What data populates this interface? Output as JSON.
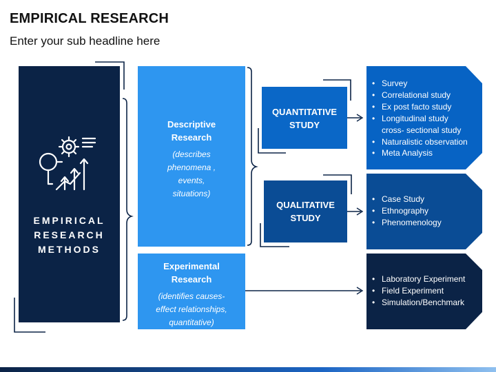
{
  "header": {
    "title": "EMPIRICAL RESEARCH",
    "subtitle": "Enter your sub headline here"
  },
  "left_panel": {
    "icon": "research-gears-growth-icon",
    "label_lines": [
      "EMPIRICAL",
      "RESEARCH",
      "METHODS"
    ]
  },
  "descriptive": {
    "heading_lines": [
      "Descriptive",
      "Research"
    ],
    "sub_lines": [
      "(describes",
      "phenomena ,",
      "events,",
      "situations)"
    ]
  },
  "experimental": {
    "heading_lines": [
      "Experimental",
      "Research"
    ],
    "sub_lines": [
      "(identifies causes-",
      "effect relationships,",
      "quantitative)"
    ]
  },
  "quantitative": {
    "label_lines": [
      "QUANTITATIVE",
      "STUDY"
    ],
    "items": [
      "Survey",
      "Correlational study",
      "Ex post facto study",
      "Longitudinal study",
      "cross- sectional study",
      "Naturalistic observation",
      "Meta Analysis"
    ]
  },
  "qualitative": {
    "label_lines": [
      "QUALITATIVE",
      "STUDY"
    ],
    "items": [
      "Case Study",
      "Ethnography",
      "Phenomenology"
    ]
  },
  "experimental_methods": {
    "items": [
      "Laboratory Experiment",
      "Field Experiment",
      "Simulation/Benchmark"
    ]
  },
  "colors": {
    "navy": "#0b2346",
    "light_blue": "#2e96f0",
    "quant_blue": "#0a67c7",
    "qual_blue": "#0a4c95",
    "list_box_1": "#0763c4",
    "list_box_2": "#0a4c95",
    "list_box_3": "#0b2346"
  }
}
